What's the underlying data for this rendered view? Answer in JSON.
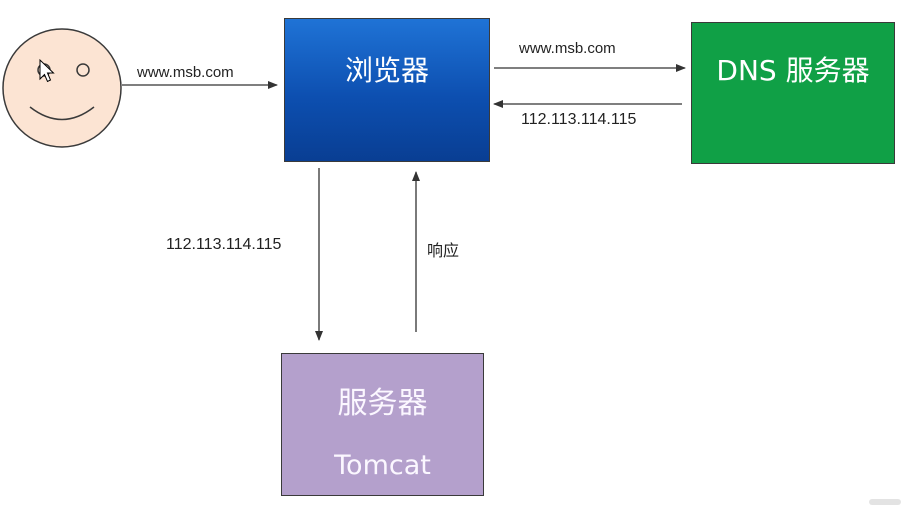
{
  "nodes": {
    "browser": {
      "label": "浏览器",
      "fill": "#0d4fb0"
    },
    "dns": {
      "label": "DNS 服务器",
      "fill": "#10a046"
    },
    "server": {
      "title": "服务器",
      "subtitle": "Tomcat",
      "fill": "#b4a0cc"
    },
    "user": {
      "fill": "#fce4d3"
    }
  },
  "edges": {
    "user_to_browser": "www.msb.com",
    "browser_to_dns": "www.msb.com",
    "dns_to_browser": "112.113.114.115",
    "browser_to_server": "112.113.114.115",
    "server_to_browser": "响应"
  }
}
